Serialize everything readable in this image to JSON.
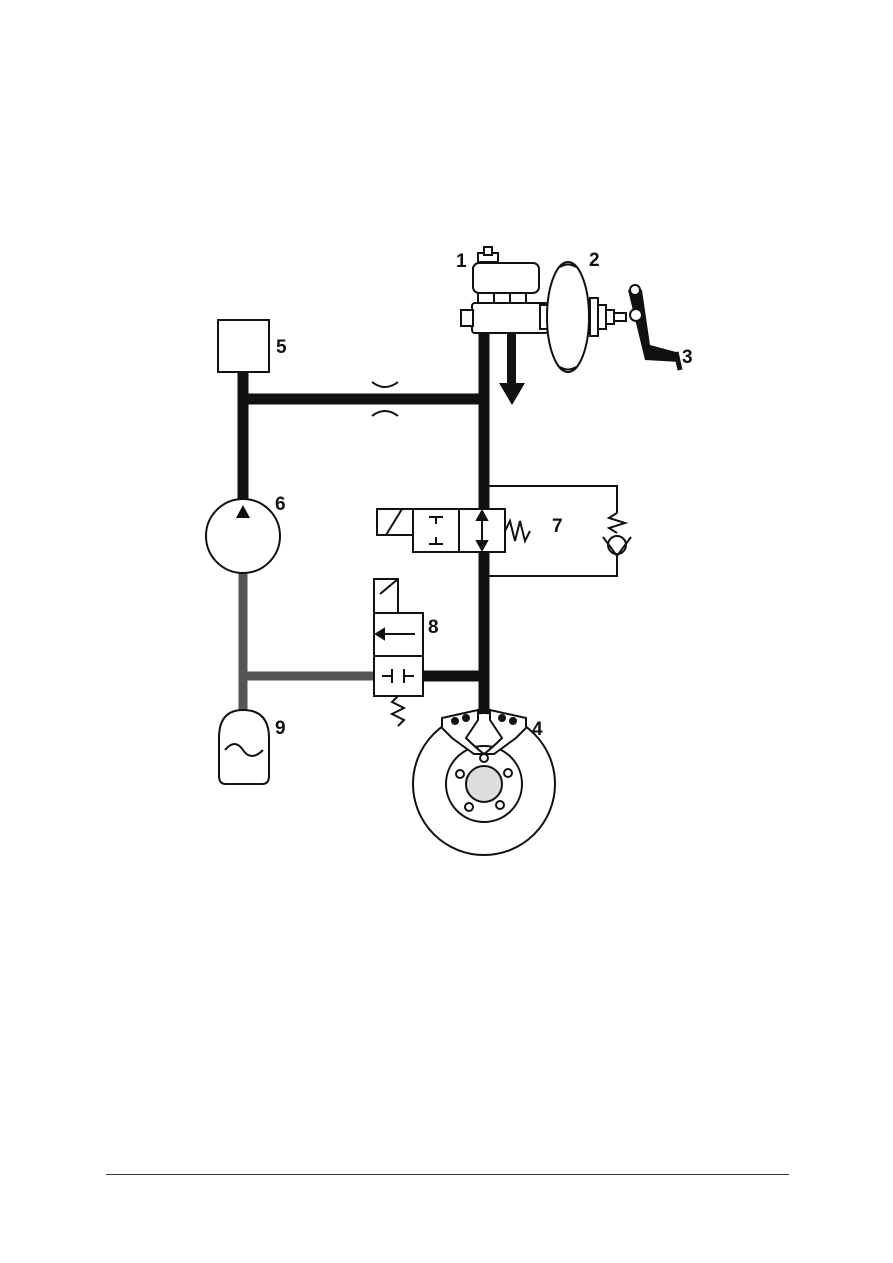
{
  "diagram": {
    "labels": {
      "master_cylinder": "1",
      "brake_booster": "2",
      "brake_pedal": "3",
      "wheel_brake": "4",
      "ecu": "5",
      "pump": "6",
      "inlet_valve": "7",
      "outlet_valve": "8",
      "accumulator": "9"
    },
    "colors": {
      "line": "#111111",
      "return_line": "#555555",
      "fill": "#ffffff",
      "hub": "#dddddd"
    }
  }
}
